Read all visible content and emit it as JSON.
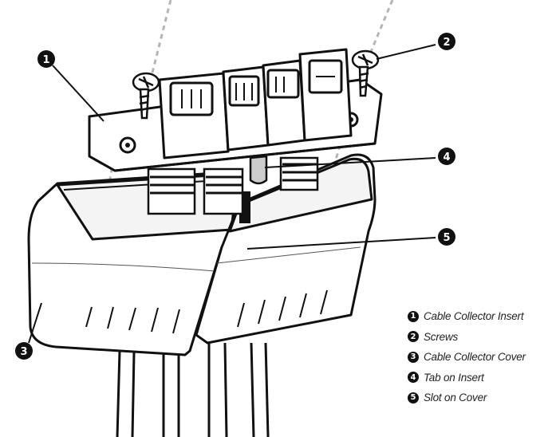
{
  "callouts": [
    {
      "num": "1",
      "label": "Cable Collector Insert"
    },
    {
      "num": "2",
      "label": "Screws"
    },
    {
      "num": "3",
      "label": "Cable Collector Cover"
    },
    {
      "num": "4",
      "label": "Tab on Insert"
    },
    {
      "num": "5",
      "label": "Slot on Cover"
    }
  ],
  "colors": {
    "ink": "#111111",
    "dashed_guide": "#b5b5b5",
    "background": "#ffffff"
  }
}
